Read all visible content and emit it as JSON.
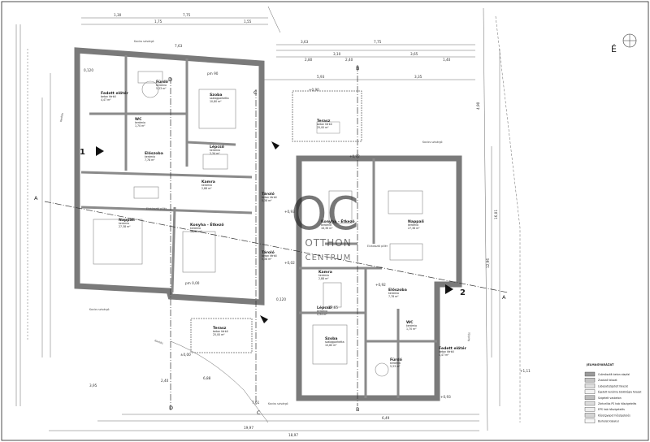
{
  "north_mark": "É",
  "rooms": [
    {
      "id": "furdo-n",
      "name": "Fürdő",
      "sub1": "kerámia",
      "sub2": "5,33 m²"
    },
    {
      "id": "szoba-n",
      "name": "Szoba",
      "sub1": "szalagparketta",
      "sub2": "10,80 m²"
    },
    {
      "id": "fedett-n",
      "name": "Fedett előtér",
      "sub1": "beton térkő",
      "sub2": "4,47 m²"
    },
    {
      "id": "wc-n",
      "name": "WC",
      "sub1": "kerámia",
      "sub2": "1,70 m²"
    },
    {
      "id": "lepcso-n",
      "name": "Lépcső",
      "sub1": "kerámia",
      "sub2": "2,34 m²"
    },
    {
      "id": "eloszoba-n",
      "name": "Előszoba",
      "sub1": "kerámia",
      "sub2": "7,78 m²"
    },
    {
      "id": "kamra-n",
      "name": "Kamra",
      "sub1": "kerámia",
      "sub2": "2,88 m²"
    },
    {
      "id": "tarolo-n",
      "name": "Tároló",
      "sub1": "beton térkő",
      "sub2": "5,38 m²"
    },
    {
      "id": "nappali-n",
      "name": "Nappali",
      "sub1": "kerámia",
      "sub2": "27,38 m²"
    },
    {
      "id": "konyha-n",
      "name": "Konyha - Étkező",
      "sub1": "kerámia",
      "sub2": "16,36 m²"
    },
    {
      "id": "terasz-n",
      "name": "Terasz",
      "sub1": "beton térkő",
      "sub2": "25,00 m²"
    },
    {
      "id": "terasz-top",
      "name": "Terasz",
      "sub1": "beton térkő",
      "sub2": "25,00 m²"
    },
    {
      "id": "nappali-s",
      "name": "Nappali",
      "sub1": "kerámia",
      "sub2": "27,38 m²"
    },
    {
      "id": "konyha-s",
      "name": "Konyha - Étkező",
      "sub1": "kerámia",
      "sub2": "16,36 m²"
    },
    {
      "id": "tarolo-s",
      "name": "Tároló",
      "sub1": "beton térkő",
      "sub2": "5,38 m²"
    },
    {
      "id": "kamra-s",
      "name": "Kamra",
      "sub1": "kerámia",
      "sub2": "2,88 m²"
    },
    {
      "id": "lepcso-s",
      "name": "Lépcső",
      "sub1": "kerámia",
      "sub2": "2,34 m²"
    },
    {
      "id": "eloszoba-s",
      "name": "Előszoba",
      "sub1": "kerámia",
      "sub2": "7,78 m²"
    },
    {
      "id": "wc-s",
      "name": "WC",
      "sub1": "kerámia",
      "sub2": "1,70 m²"
    },
    {
      "id": "szoba-s",
      "name": "Szoba",
      "sub1": "szalagparketta",
      "sub2": "10,80 m²"
    },
    {
      "id": "furdo-s",
      "name": "Fürdő",
      "sub1": "kerámia",
      "sub2": "5,33 m²"
    },
    {
      "id": "fedett-s",
      "name": "Fedett előtér",
      "sub1": "beton térkő",
      "sub2": "4,47 m²"
    }
  ],
  "notes": {
    "kavics_top": "Kavics szivárgó",
    "kavics_right": "Kavics szivárgó",
    "kavics_left": "Kavics szivárgó",
    "kavics_bottom": "Kavics szivárgó",
    "eloszt_n": "Elválasztó pillér",
    "eloszt_s": "Elválasztó pillér",
    "cover_top": "Kerítés",
    "cover_left": "Kerítés",
    "cover_right": "Kerítés"
  },
  "sections": {
    "num1": "1",
    "num2": "2",
    "A_left": "A",
    "A_right": "A",
    "B_top": "B",
    "B_bottom": "B",
    "C_top": "C",
    "C_bottom": "C",
    "D_top": "D",
    "D_bottom": "D"
  },
  "dims": {
    "top_1": "1,30",
    "top_2": "7,75",
    "top_3": "1,75",
    "top_4": "1,55",
    "top_5": "7,63",
    "top_6": "3,63",
    "top_7": "7,75",
    "top_8": "3,10",
    "top_9": "3,65",
    "top_10": "2,80",
    "top_11": "2,40",
    "top_12": "1,40",
    "top_13": "5,93",
    "top_14": "3,35",
    "bot_1": "19,97",
    "bot_2": "18,97",
    "bot_3": "7,61",
    "bot_4": "6,49",
    "bot_5": "6,88",
    "bot_6": "3,95",
    "bot_7": "2,40",
    "right_1": "16,01",
    "right_2": "12,96",
    "right_3": "4,90",
    "elev_1": "+0,93",
    "elev_2": "+0,92",
    "elev_3": "+0,02",
    "elev_4": "+0,90",
    "elev_5": "+1,11",
    "elev_6": "±0,00",
    "elev_7": "+0,92",
    "elev_8": "+0,93",
    "p1": "pm 90",
    "p2": "pm 0,00",
    "p3": "0,120",
    "p4": "17,65",
    "p5": "0,120"
  },
  "brand": {
    "logo_text": "OC",
    "name1": "OTTHON",
    "name2": "CENTRUM"
  },
  "legend": {
    "title": "JELMAGYARÁZAT",
    "items": [
      {
        "label": "Csömöszölt beton alapfal",
        "color": "#9a9a9a"
      },
      {
        "label": "Zsalukő falazat",
        "color": "#c4c4c4"
      },
      {
        "label": "Lábazatszigetelt falazat",
        "color": "#e0e0e0"
      },
      {
        "label": "Égetett kerámia blokktégla falazat",
        "color": "#f2f2f2"
      },
      {
        "label": "Szigetelt vasbeton",
        "color": "#bdbdbd"
      },
      {
        "label": "Zártcellás PS hab hőszigetelés",
        "color": "#dcdcdc"
      },
      {
        "label": "EPS hab hőszigetelés",
        "color": "#ededed"
      },
      {
        "label": "Kőzetgyapot hőszigetelés",
        "color": "#d5d5d5"
      },
      {
        "label": "Burkolat kialakul",
        "color": "#f7f7f7"
      }
    ]
  },
  "colors": {
    "wall": "#9e9e9e",
    "wall_dark": "#7a7a7a",
    "line": "#3a3a3a",
    "watermark": "#bcbcbc"
  }
}
